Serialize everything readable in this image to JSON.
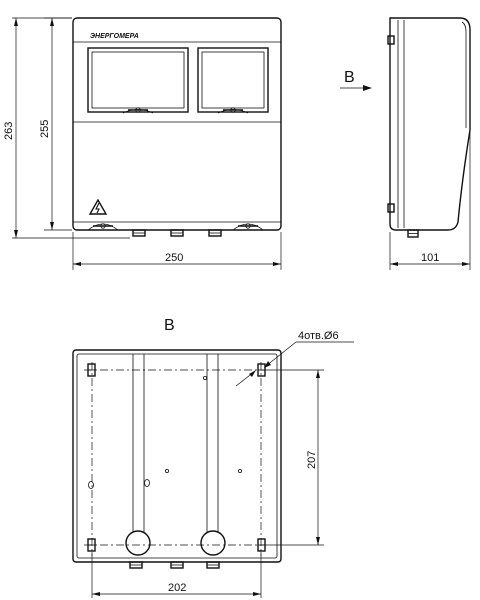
{
  "front_view": {
    "brand": "ЭНЕРГОМЕРА",
    "dim_total_height": "263",
    "dim_body_height": "255",
    "dim_width": "250"
  },
  "side_view": {
    "view_label": "B",
    "dim_depth": "101"
  },
  "back_view": {
    "view_label": "B",
    "holes_note": "4отв.Ø6",
    "dim_hole_vertical": "207",
    "dim_hole_horizontal": "202"
  }
}
